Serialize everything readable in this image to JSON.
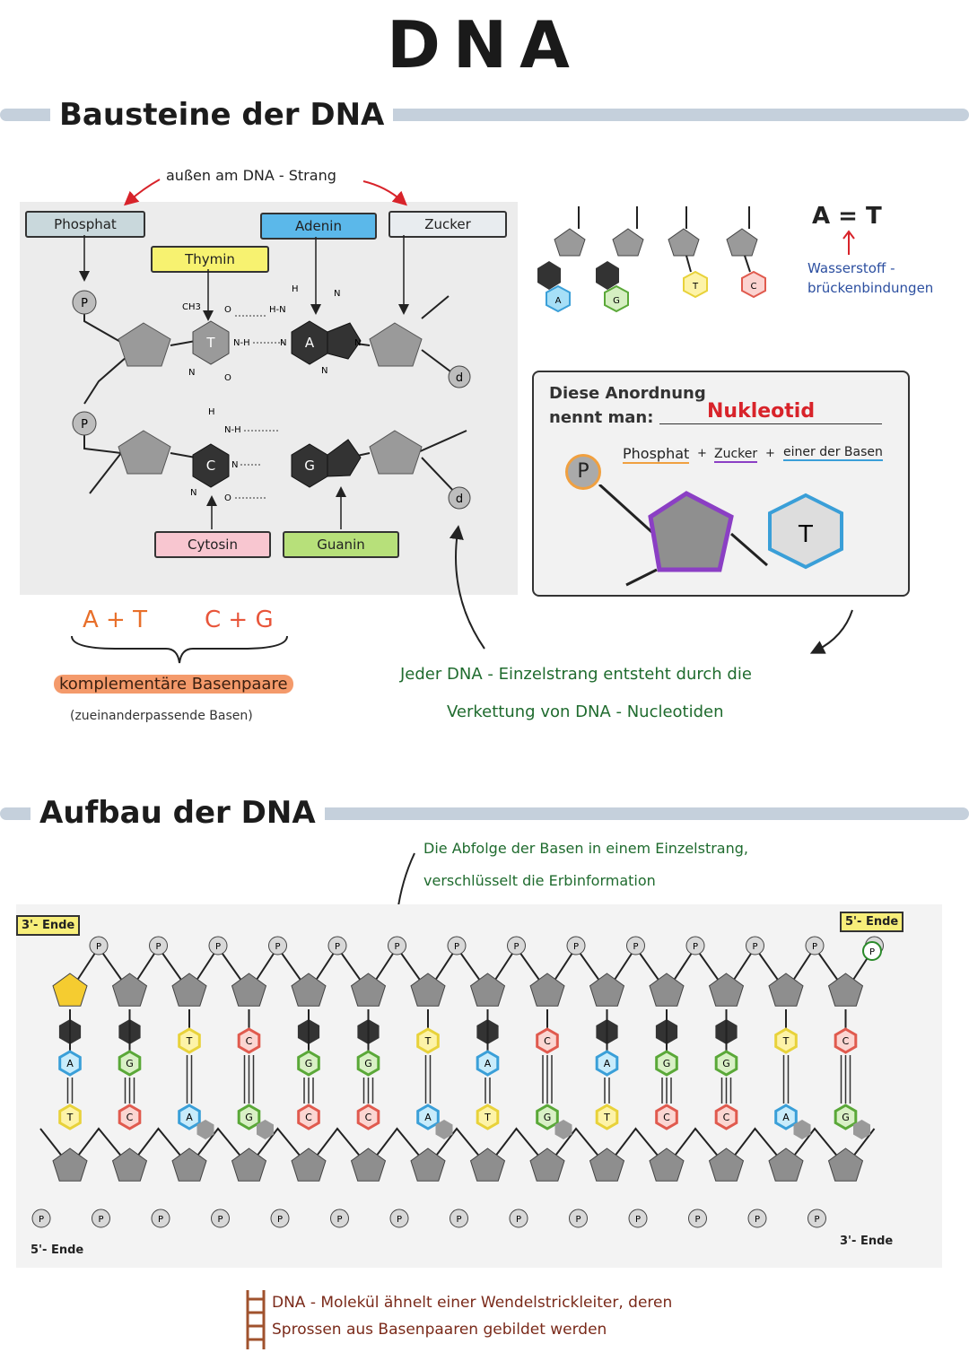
{
  "title": "DNA",
  "section1": {
    "heading": "Bausteine der DNA",
    "outside_note": "außen am DNA - Strang",
    "labels": {
      "phosphat": "Phosphat",
      "adenin": "Adenin",
      "zucker": "Zucker",
      "thymin": "Thymin",
      "cytosin": "Cytosin",
      "guanin": "Guanin"
    },
    "molecule": {
      "p": "P",
      "d": "d",
      "t": "T",
      "a": "A",
      "c": "C",
      "g": "G",
      "ch3": "CH3",
      "h": "H",
      "n": "N",
      "o": "O",
      "hn": "H-N",
      "nh": "N-H",
      "nh_bond": "N-H",
      "o_bond": "O"
    },
    "pairs": {
      "at": "A + T",
      "cg": "C + G"
    },
    "complementary": "komplementäre Basenpaare",
    "complementary_sub": "(zueinanderpassende Basen)"
  },
  "nucleotides_row": {
    "bases": [
      "A",
      "G",
      "T",
      "C"
    ]
  },
  "at_note": {
    "pair": "A = T",
    "bonds": "Wasserstoff - brückenbindungen"
  },
  "nucleotide_card": {
    "question_line1": "Diese Anordnung",
    "question_line2": "nennt man:",
    "answer": "Nukleotid",
    "p": "P",
    "formula_phosphat": "Phosphat",
    "plus1": "+",
    "formula_zucker": "Zucker",
    "plus2": "+",
    "formula_basen": "einer der Basen",
    "base": "T"
  },
  "strand_note": {
    "line1": "Jeder DNA - Einzelstrang entsteht durch die",
    "line2": "Verkettung von DNA - Nucleotiden"
  },
  "section2": {
    "heading": "Aufbau der DNA",
    "note_line1": "Die Abfolge der Basen in einem Einzelstrang,",
    "note_line2": "verschlüsselt die Erbinformation",
    "end_3_top": "3'- Ende",
    "end_5_top": "5'- Ende",
    "end_5_bottom": "5'- Ende",
    "end_3_bottom": "3'- Ende",
    "top_bases": [
      "A",
      "G",
      "T",
      "C",
      "G",
      "G",
      "T",
      "A",
      "C",
      "A",
      "G",
      "G",
      "T",
      "C"
    ],
    "bottom_bases": [
      "T",
      "C",
      "A",
      "G",
      "C",
      "C",
      "A",
      "T",
      "G",
      "T",
      "C",
      "C",
      "A",
      "G"
    ],
    "p_label": "P",
    "ladder_line1": "DNA - Molekül ähnelt einer Wendelstrickleiter, deren",
    "ladder_line2": "Sprossen aus Basenpaaren gebildet werden"
  },
  "colors": {
    "A": "#3a9fd8",
    "T": "#e8d23a",
    "G": "#5aa838",
    "C": "#e05a4e",
    "green_text": "#1f6b2e",
    "blue_text": "#2c4fa0",
    "red_text": "#d8232a",
    "orange_hl": "#f49a6b",
    "purple": "#8b3fc4",
    "yellow_sugar": "#f5cc30"
  }
}
